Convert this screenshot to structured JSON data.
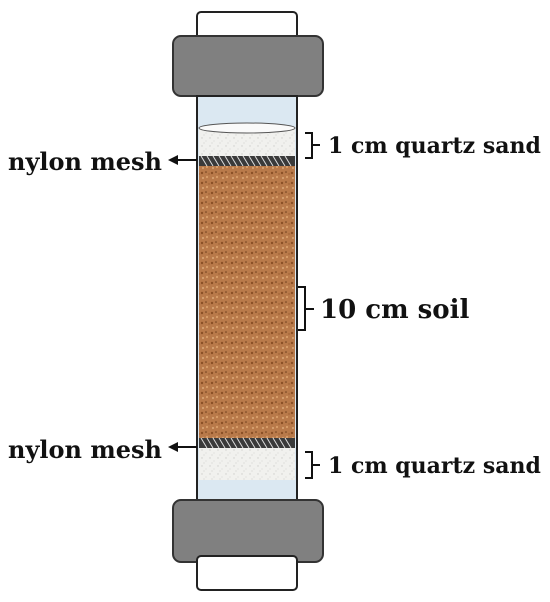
{
  "labels": {
    "mesh_top": "nylon mesh",
    "mesh_bottom": "nylon mesh",
    "sand_top": "1 cm quartz sand",
    "soil": "10 cm soil",
    "sand_bottom": "1 cm quartz sand"
  },
  "colors": {
    "cap": "#808080",
    "tube": "#dbe8f2",
    "soil": "#b97a4a",
    "sand": "#f1f1ee",
    "mesh": "#222222"
  }
}
